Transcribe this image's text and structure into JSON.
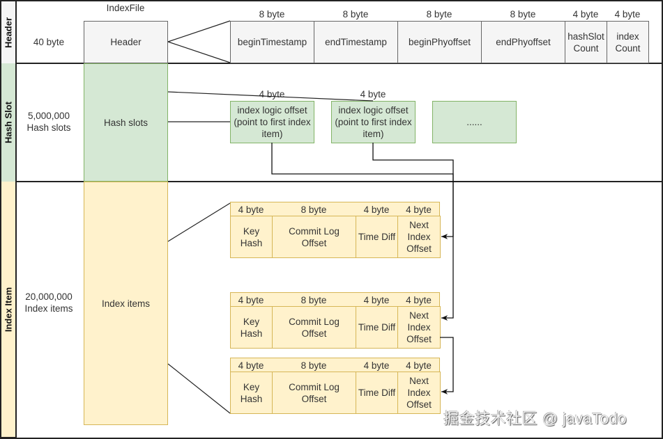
{
  "diagram_title": "IndexFile",
  "lanes": [
    {
      "label": "Header",
      "size_text": "40 byte",
      "fill": "#f5f5f5"
    },
    {
      "label": "Hash Slot",
      "size_text_lines": [
        "5,000,000",
        "Hash slots"
      ],
      "fill": "#d5e8d4"
    },
    {
      "label": "Index Item",
      "size_text_lines": [
        "20,000,000",
        "Index items"
      ],
      "fill": "#fff2cc"
    }
  ],
  "blocks": {
    "header": "Header",
    "hash_slots": "Hash slots",
    "index_items": "Index items"
  },
  "header_fields": [
    {
      "size": "8 byte",
      "lines": [
        "beginTimestamp"
      ]
    },
    {
      "size": "8 byte",
      "lines": [
        "endTimestamp"
      ]
    },
    {
      "size": "8 byte",
      "lines": [
        "beginPhyoffset"
      ]
    },
    {
      "size": "8 byte",
      "lines": [
        "endPhyoffset"
      ]
    },
    {
      "size": "4 byte",
      "lines": [
        "hashSlot",
        "Count"
      ]
    },
    {
      "size": "4 byte",
      "lines": [
        "index",
        "Count"
      ]
    }
  ],
  "hash_slot_cells": [
    {
      "size": "4 byte",
      "lines": [
        "index logic offset",
        "(point to first index",
        "item)"
      ]
    },
    {
      "size": "4 byte",
      "lines": [
        "index logic offset",
        "(point to first index",
        "item)"
      ]
    },
    {
      "size": "",
      "lines": [
        "......"
      ]
    }
  ],
  "index_item_fields": [
    {
      "size": "4 byte",
      "lines": [
        "Key",
        "Hash"
      ]
    },
    {
      "size": "8 byte",
      "lines": [
        "Commit Log",
        "Offset"
      ]
    },
    {
      "size": "4 byte",
      "lines": [
        "Time Diff"
      ]
    },
    {
      "size": "4 byte",
      "lines": [
        "Next",
        "Index",
        "Offset"
      ]
    }
  ],
  "index_item_count_shown": 3,
  "watermark": "掘金技术社区 @ javaTodo",
  "colors": {
    "header_fill": "#f5f5f5",
    "header_stroke": "#666666",
    "slot_fill": "#d5e8d4",
    "slot_stroke": "#82b366",
    "item_fill": "#fff2cc",
    "item_stroke": "#d6b656"
  }
}
